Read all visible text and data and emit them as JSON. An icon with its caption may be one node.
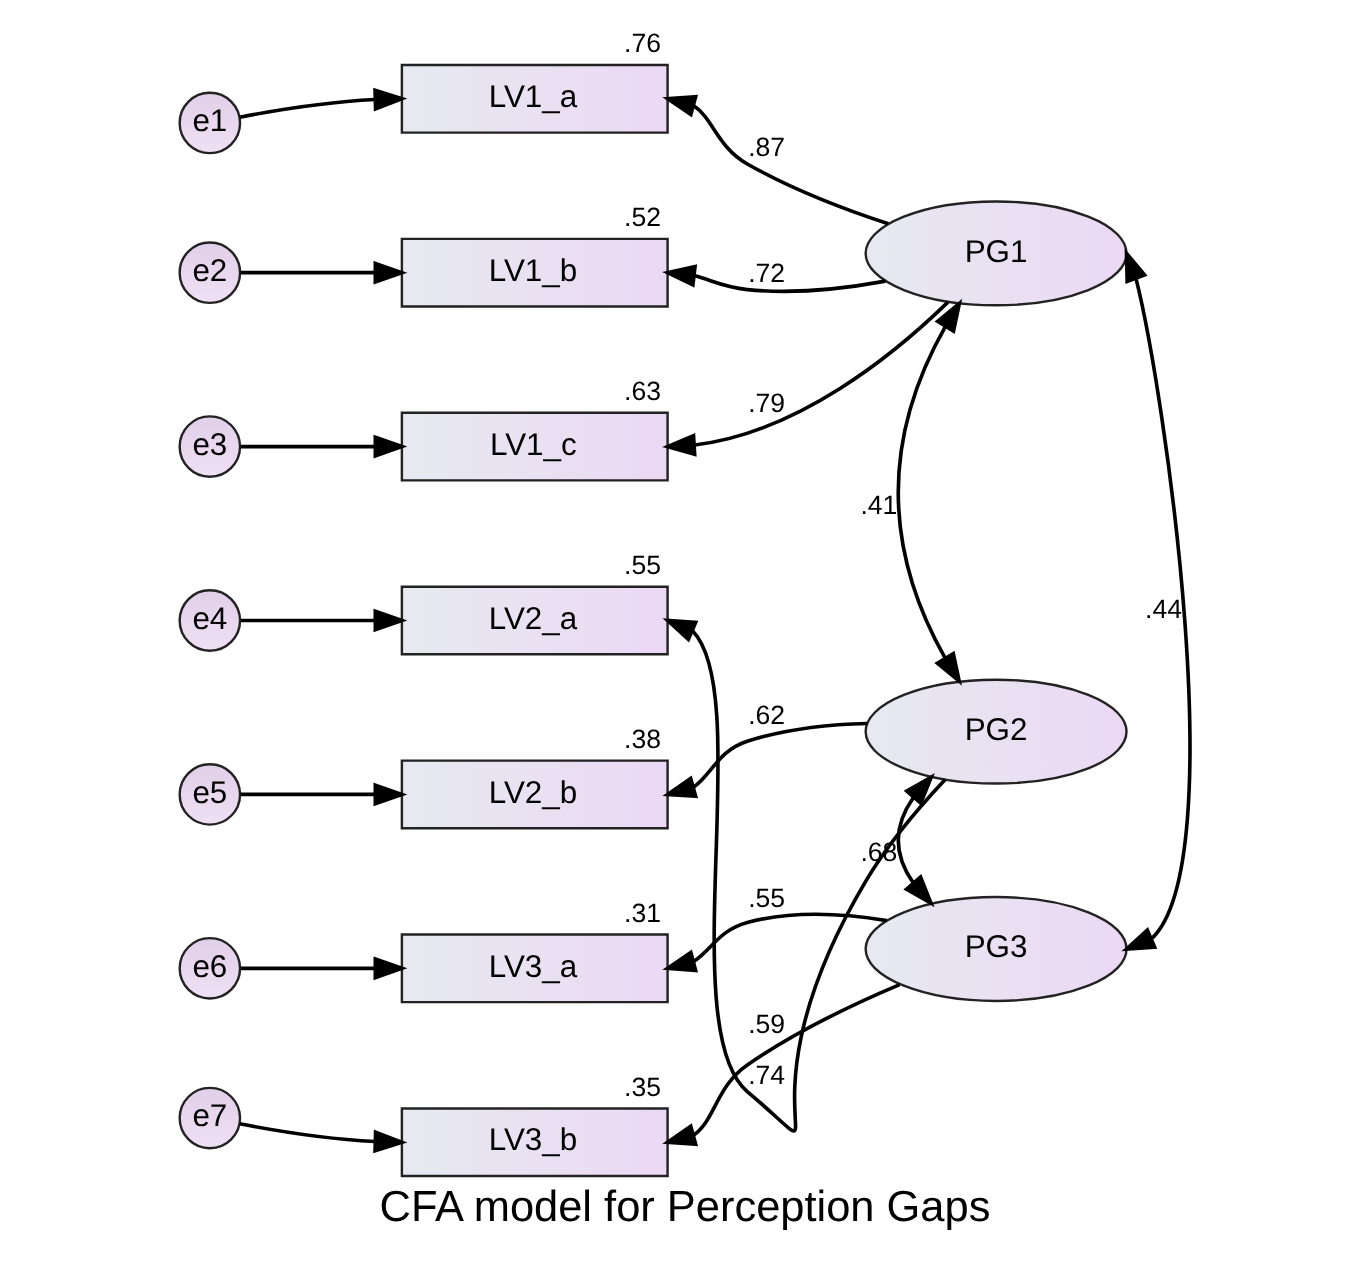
{
  "diagram": {
    "caption": "CFA model for Perception Gaps",
    "nodes": [
      {
        "text": [
          "e1"
        ]
      },
      {
        "text": [
          "e2"
        ]
      },
      {
        "text": [
          "e3"
        ]
      },
      {
        "text": [
          "e4"
        ]
      },
      {
        "text": [
          "e5"
        ]
      },
      {
        "text": [
          "e6"
        ]
      },
      {
        "text": [
          "e7"
        ]
      },
      {
        "text": [
          "LV1_a"
        ],
        "beside": [
          ".76"
        ]
      },
      {
        "text": [
          "LV1_b"
        ],
        "beside": [
          ".52"
        ]
      },
      {
        "text": [
          "LV1_c"
        ],
        "beside": [
          ".63"
        ]
      },
      {
        "text": [
          "LV2_a"
        ],
        "beside": [
          ".55"
        ]
      },
      {
        "text": [
          "LV2_b"
        ],
        "beside": [
          ".38"
        ]
      },
      {
        "text": [
          "LV3_a"
        ],
        "beside": [
          ".31"
        ]
      },
      {
        "text": [
          "LV3_b"
        ],
        "beside": [
          ".35"
        ]
      },
      {
        "text": [
          "PG1"
        ]
      },
      {
        "text": [
          "PG2"
        ]
      },
      {
        "text": [
          "PG3"
        ]
      }
    ],
    "edges": [
      {
        "from": 0,
        "to": 7,
        "arrow": "to"
      },
      {
        "from": 1,
        "to": 8,
        "arrow": "to"
      },
      {
        "from": 2,
        "to": 9,
        "arrow": "to"
      },
      {
        "from": 3,
        "to": 10,
        "arrow": "to"
      },
      {
        "from": 4,
        "to": 11,
        "arrow": "to"
      },
      {
        "from": 5,
        "to": 12,
        "arrow": "to"
      },
      {
        "from": 6,
        "to": 13,
        "arrow": "to"
      },
      {
        "from": 14,
        "to": 7,
        "arrow": "to",
        "label": ".87"
      },
      {
        "from": 14,
        "to": 8,
        "arrow": "to",
        "label": ".72"
      },
      {
        "from": 14,
        "to": 9,
        "arrow": "to",
        "label": ".79"
      },
      {
        "from": 15,
        "to": 10,
        "arrow": "to",
        "label": ".74"
      },
      {
        "from": 15,
        "to": 11,
        "arrow": "to",
        "label": ".62"
      },
      {
        "from": 16,
        "to": 12,
        "arrow": "to",
        "label": ".55"
      },
      {
        "from": 16,
        "to": 13,
        "arrow": "to",
        "label": ".59"
      },
      {
        "from": 14,
        "to": 15,
        "arrow": "both",
        "label": ".41"
      },
      {
        "from": 15,
        "to": 16,
        "arrow": "both",
        "label": ".68"
      },
      {
        "from": 14,
        "to": 16,
        "arrow": "both",
        "label": ".44"
      }
    ]
  }
}
